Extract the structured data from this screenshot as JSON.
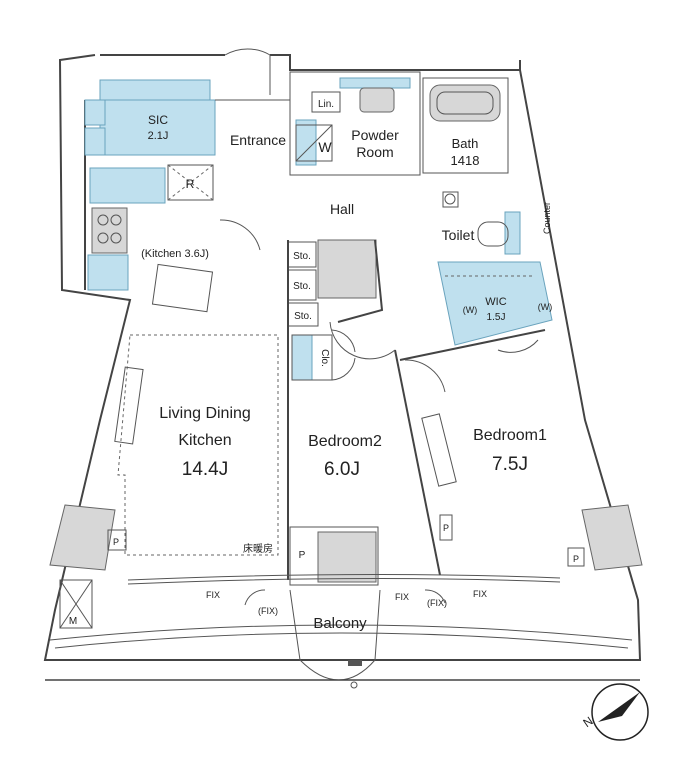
{
  "rooms": {
    "sic": "SIC",
    "sic_size": "2.1J",
    "entrance": "Entrance",
    "linen": "Lin.",
    "washer": "W",
    "powder_room_line1": "Powder",
    "powder_room_line2": "Room",
    "bath": "Bath",
    "bath_size": "1418",
    "refrigerator": "R",
    "hall": "Hall",
    "toilet": "Toilet",
    "counter": "Counter",
    "kitchen": "(Kitchen 3.6J)",
    "storage_1": "Sto.",
    "storage_2": "Sto.",
    "storage_3": "Sto.",
    "wic": "WIC",
    "wic_size": "1.5J",
    "wic_w_left": "(W)",
    "wic_w_right": "(W)",
    "closet": "Clo.",
    "ldk_line1": "Living Dining",
    "ldk_line2": "Kitchen",
    "ldk_size": "14.4J",
    "bedroom2": "Bedroom2",
    "bedroom2_size": "6.0J",
    "bedroom1": "Bedroom1",
    "bedroom1_size": "7.5J",
    "floor_heating": "床暖房",
    "pipe_left": "P",
    "pipe_bed2": "P",
    "pipe_bed1": "P",
    "pipe_right": "P",
    "meter": "M",
    "balcony": "Balcony"
  },
  "windows": {
    "fix_left": "FIX",
    "fix_left_paren": "(FIX)",
    "fix_center": "FIX",
    "fix_right_paren": "(FIX)",
    "fix_right": "FIX"
  },
  "compass": {
    "north": "N"
  },
  "colors": {
    "blue_fill": "#bfe0ee",
    "wall": "#444444",
    "grey_fill": "#d7d7d7"
  }
}
